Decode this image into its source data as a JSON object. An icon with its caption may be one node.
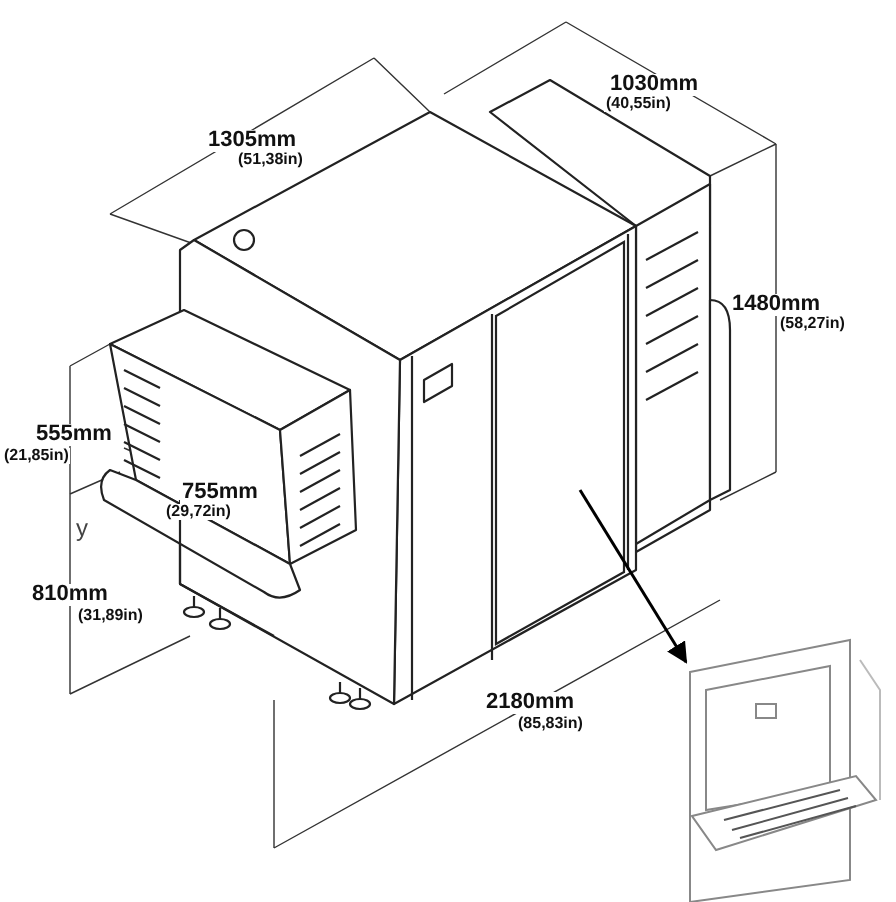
{
  "diagram": {
    "nodes": [
      {
        "text": [],
        "shape": "box"
      },
      {
        "text": [],
        "shape": "picture"
      }
    ],
    "edges": [
      {
        "from": 0,
        "to": 1,
        "arrow": "to"
      }
    ],
    "labels": [
      "1030mm",
      "(40,55in)",
      "1305mm",
      "(51,38in)",
      "1480mm",
      "(58,27in)",
      "555mm",
      "(21,85in)",
      "755mm",
      "(29,72in)",
      "y",
      "810mm",
      "(31,89in)",
      "2180mm",
      "(85,83in)"
    ]
  }
}
